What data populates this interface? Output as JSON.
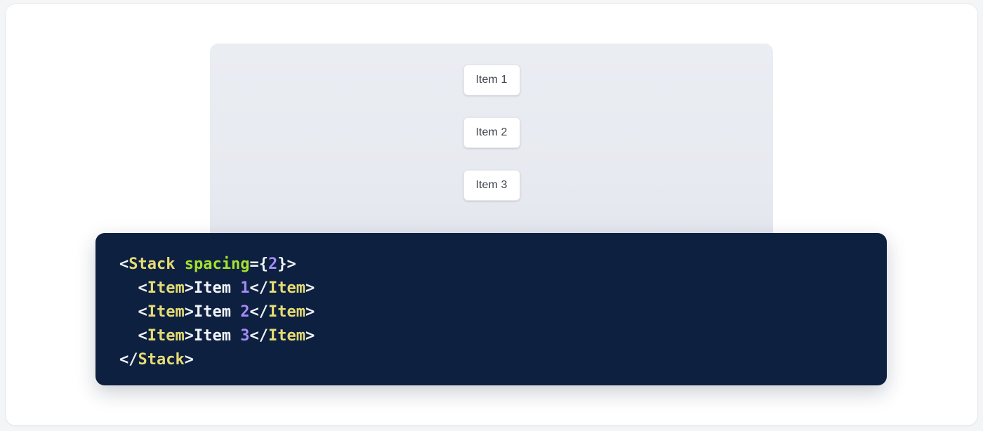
{
  "preview": {
    "panel_background": "#e9ecf2",
    "stack": {
      "direction": "vertical",
      "spacing": 2,
      "items": [
        {
          "label": "Item 1"
        },
        {
          "label": "Item 2"
        },
        {
          "label": "Item 3"
        }
      ]
    }
  },
  "code": {
    "language": "jsx",
    "background": "#0d2040",
    "theme_colors": {
      "tag": "#e6db74",
      "attribute": "#a6e22e",
      "number": "#a78bfa",
      "punctuation": "#eef1f6",
      "text": "#f2f4f8"
    },
    "lines": [
      {
        "indent": "",
        "tokens": [
          {
            "type": "punct",
            "text": "<"
          },
          {
            "type": "tag",
            "text": "Stack"
          },
          {
            "type": "text",
            "text": " "
          },
          {
            "type": "attr",
            "text": "spacing"
          },
          {
            "type": "punct",
            "text": "={"
          },
          {
            "type": "num",
            "text": "2"
          },
          {
            "type": "punct",
            "text": "}>"
          }
        ]
      },
      {
        "indent": "  ",
        "tokens": [
          {
            "type": "punct",
            "text": "<"
          },
          {
            "type": "tag",
            "text": "Item"
          },
          {
            "type": "punct",
            "text": ">"
          },
          {
            "type": "text",
            "text": "Item "
          },
          {
            "type": "num",
            "text": "1"
          },
          {
            "type": "punct",
            "text": "</"
          },
          {
            "type": "tag",
            "text": "Item"
          },
          {
            "type": "punct",
            "text": ">"
          }
        ]
      },
      {
        "indent": "  ",
        "tokens": [
          {
            "type": "punct",
            "text": "<"
          },
          {
            "type": "tag",
            "text": "Item"
          },
          {
            "type": "punct",
            "text": ">"
          },
          {
            "type": "text",
            "text": "Item "
          },
          {
            "type": "num",
            "text": "2"
          },
          {
            "type": "punct",
            "text": "</"
          },
          {
            "type": "tag",
            "text": "Item"
          },
          {
            "type": "punct",
            "text": ">"
          }
        ]
      },
      {
        "indent": "  ",
        "tokens": [
          {
            "type": "punct",
            "text": "<"
          },
          {
            "type": "tag",
            "text": "Item"
          },
          {
            "type": "punct",
            "text": ">"
          },
          {
            "type": "text",
            "text": "Item "
          },
          {
            "type": "num",
            "text": "3"
          },
          {
            "type": "punct",
            "text": "</"
          },
          {
            "type": "tag",
            "text": "Item"
          },
          {
            "type": "punct",
            "text": ">"
          }
        ]
      },
      {
        "indent": "",
        "tokens": [
          {
            "type": "punct",
            "text": "</"
          },
          {
            "type": "tag",
            "text": "Stack"
          },
          {
            "type": "punct",
            "text": ">"
          }
        ]
      }
    ]
  }
}
